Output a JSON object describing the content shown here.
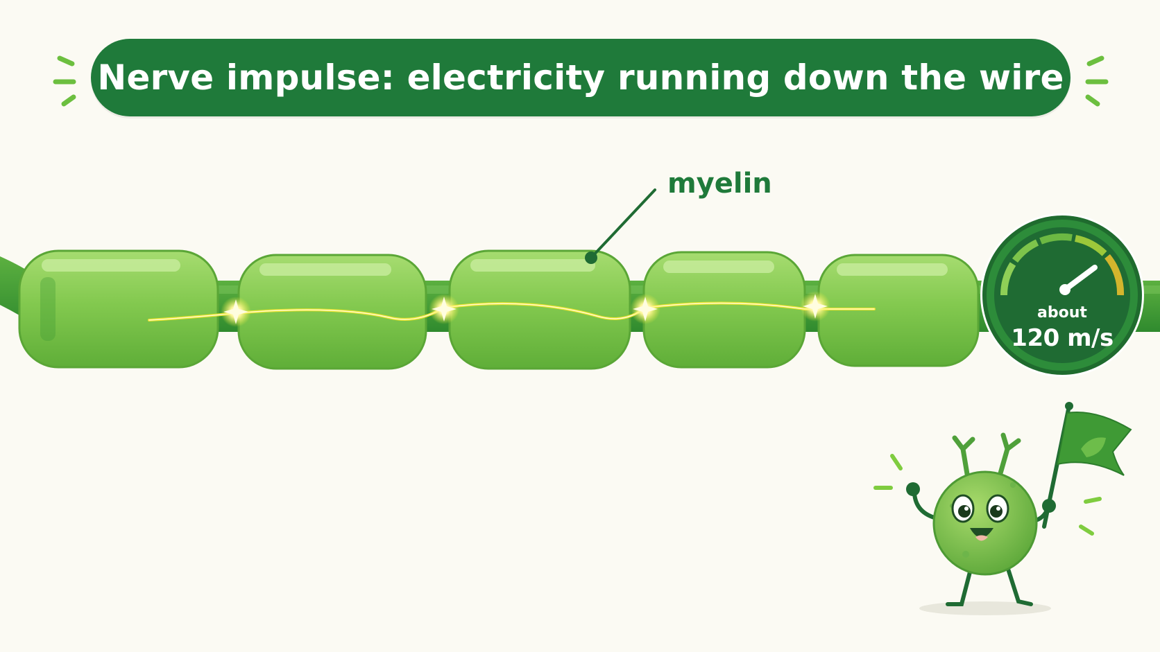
{
  "title": "Nerve impulse: electricity running down the wire",
  "labels": {
    "myelin": "myelin"
  },
  "speedometer": {
    "line1": "about",
    "line2": "120 m/s"
  },
  "colors": {
    "banner": "#1f7a3a",
    "axon": "#3f9a35",
    "myelin": "#82c94e",
    "spark": "#f3ee3a",
    "background": "#fbfaf3"
  },
  "icons": {
    "speedometer": "speedometer-icon",
    "mascot": "neuron-mascot",
    "flag": "leaf-flag-icon",
    "sparkles": "sparkle-icon"
  }
}
